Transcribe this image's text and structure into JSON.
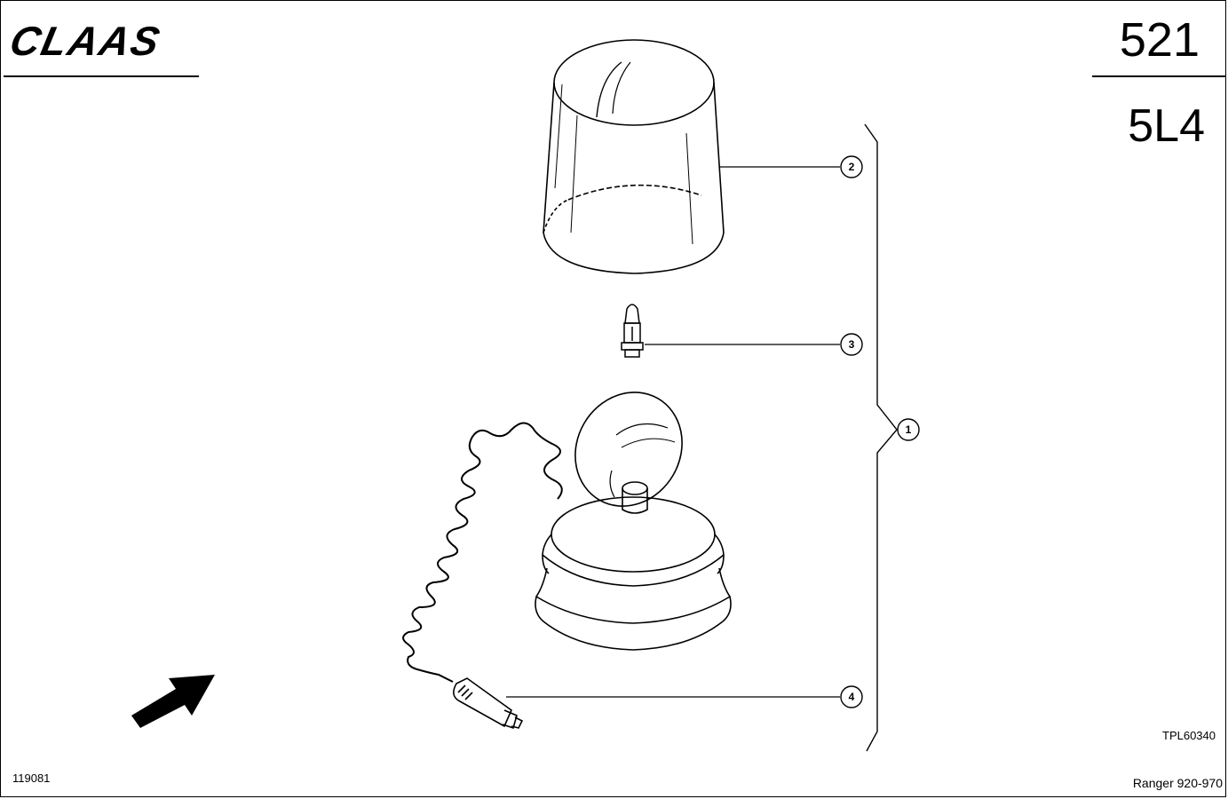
{
  "header": {
    "brand_logo_text": "CLAAS",
    "page_number": "521",
    "section_code": "5L4"
  },
  "footer": {
    "document_number": "119081",
    "drawing_id": "TPL60340",
    "model_range": "Ranger 920-970"
  },
  "callouts": [
    {
      "number": "2",
      "part": "dome-lens"
    },
    {
      "number": "3",
      "part": "bulb"
    },
    {
      "number": "1",
      "part": "beacon-assembly"
    },
    {
      "number": "4",
      "part": "cigarette-plug"
    }
  ],
  "icons": {
    "direction": "direction-arrow-icon"
  }
}
